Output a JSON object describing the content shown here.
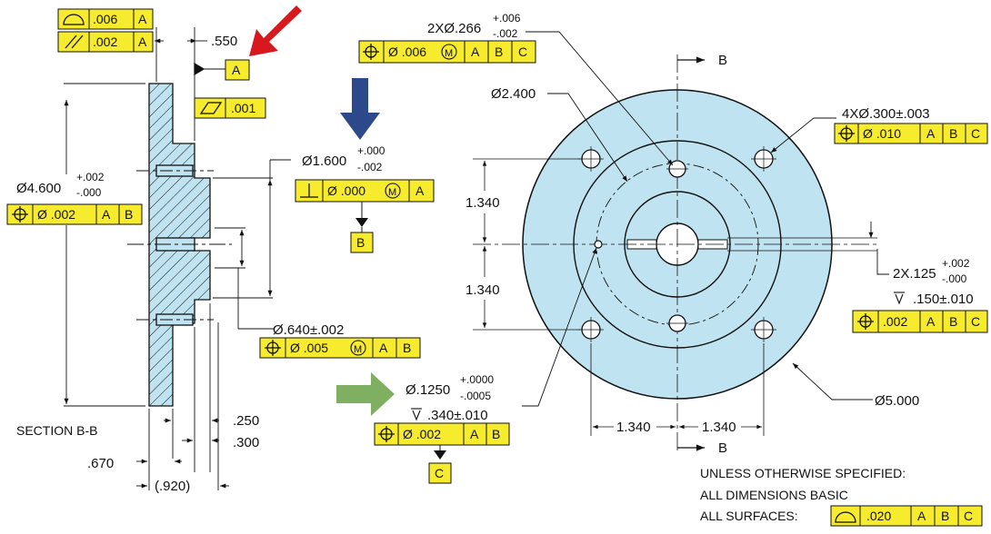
{
  "colors": {
    "part_fill": "#bfe3f0",
    "fcf_fill": "#f7eb2e",
    "line": "#111111",
    "arrow_red": "#d7191f",
    "arrow_blue": "#2c4a8b",
    "arrow_green": "#7fb061"
  },
  "icons": {
    "profile_surface": "profile-surface-icon",
    "parallelism": "parallelism-icon",
    "flatness": "flatness-icon",
    "position": "position-icon",
    "perpendicularity": "perpendicularity-icon",
    "diameter": "diameter-symbol-icon",
    "mmc": "mmc-modifier-icon",
    "depth": "depth-symbol-icon"
  },
  "section_view": {
    "title": "SECTION B-B",
    "fcf_profile": {
      "tol": ".006",
      "datum": "A"
    },
    "fcf_parallel": {
      "tol": ".002",
      "datum": "A"
    },
    "dim_550": ".550",
    "datum_a": "A",
    "fcf_flatness": {
      "tol": ".001"
    },
    "dia_4600": {
      "base": "Ø4.600",
      "plus": "+.002",
      "minus": "-.000"
    },
    "fcf_position_4600": {
      "tol": "Ø .002",
      "d1": "A",
      "d2": "B"
    },
    "dia_1600": {
      "base": "Ø1.600",
      "plus": "+.000",
      "minus": "-.002"
    },
    "fcf_perp": {
      "tol": "Ø .000",
      "mod": "M",
      "datum": "A"
    },
    "datum_b": "B",
    "dia_640": "Ø.640±.002",
    "fcf_pos_640": {
      "tol": "Ø .005",
      "mod": "M",
      "d1": "A",
      "d2": "B"
    },
    "dim_250": ".250",
    "dim_300": ".300",
    "dim_670": ".670",
    "dim_920": "(.920)"
  },
  "front_view": {
    "holes_2x": {
      "base": "2XØ.266",
      "plus": "+.006",
      "minus": "-.002"
    },
    "fcf_2x": {
      "tol": "Ø .006",
      "mod": "M",
      "d1": "A",
      "d2": "B",
      "d3": "C"
    },
    "section_b": "B",
    "section_b_bottom": "B",
    "dia_2400": "Ø2.400",
    "holes_4x": "4XØ.300±.003",
    "fcf_4x": {
      "tol": "Ø .010",
      "d1": "A",
      "d2": "B",
      "d3": "C"
    },
    "dim_1340_top": "1.340",
    "dim_1340_bottom": "1.340",
    "dim_1340_left": "1.340",
    "dim_1340_right": "1.340",
    "slot": {
      "base": "2X.125",
      "plus": "+.002",
      "minus": "-.000"
    },
    "slot_depth": ".150±.010",
    "fcf_slot": {
      "tol": ".002",
      "d1": "A",
      "d2": "B",
      "d3": "C"
    },
    "dia_1250": {
      "base": "Ø.1250",
      "plus": "+.0000",
      "minus": "-.0005"
    },
    "pin_depth": ".340±.010",
    "fcf_pin": {
      "tol": "Ø .002",
      "d1": "A",
      "d2": "B"
    },
    "datum_c": "C",
    "dia_5000": "Ø5.000"
  },
  "notes": {
    "line1": "UNLESS OTHERWISE SPECIFIED:",
    "line2": "ALL DIMENSIONS BASIC",
    "line3": "ALL SURFACES:",
    "fcf_all": {
      "tol": ".020",
      "d1": "A",
      "d2": "B",
      "d3": "C"
    }
  }
}
